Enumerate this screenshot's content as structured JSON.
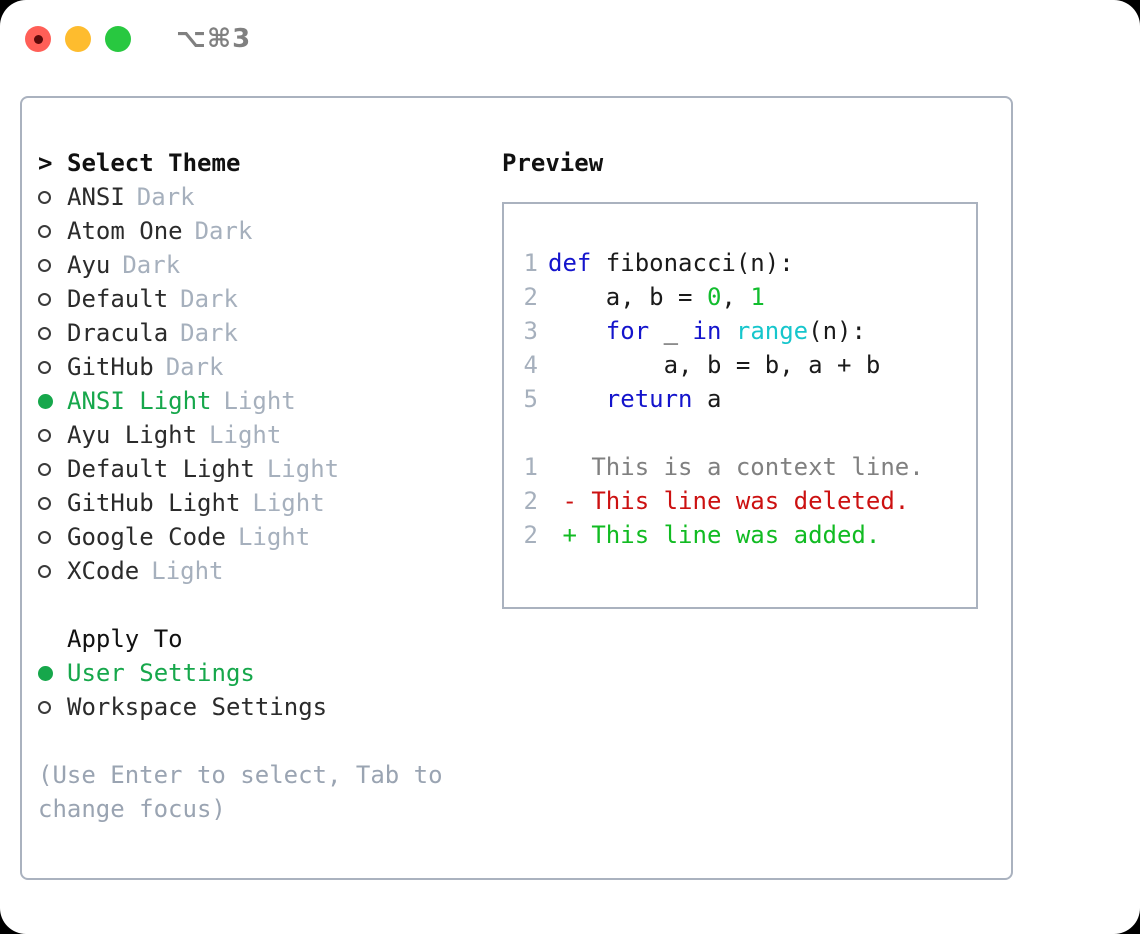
{
  "titlebar": {
    "lights": [
      {
        "name": "close-button",
        "color": "#ff5f57",
        "recording": true
      },
      {
        "name": "minimize-button",
        "color": "#febc2e",
        "recording": false
      },
      {
        "name": "maximize-button",
        "color": "#28c840",
        "recording": false
      }
    ],
    "shortcut": "⌥⌘3"
  },
  "left": {
    "header": {
      "marker": ">",
      "label": "Select Theme"
    },
    "themes": [
      {
        "name": "ANSI",
        "variant": "Dark",
        "selected": false
      },
      {
        "name": "Atom One",
        "variant": "Dark",
        "selected": false
      },
      {
        "name": "Ayu",
        "variant": "Dark",
        "selected": false
      },
      {
        "name": "Default",
        "variant": "Dark",
        "selected": false
      },
      {
        "name": "Dracula",
        "variant": "Dark",
        "selected": false
      },
      {
        "name": "GitHub",
        "variant": "Dark",
        "selected": false
      },
      {
        "name": "ANSI Light",
        "variant": "Light",
        "selected": true
      },
      {
        "name": "Ayu Light",
        "variant": "Light",
        "selected": false
      },
      {
        "name": "Default Light",
        "variant": "Light",
        "selected": false
      },
      {
        "name": "GitHub Light",
        "variant": "Light",
        "selected": false
      },
      {
        "name": "Google Code",
        "variant": "Light",
        "selected": false
      },
      {
        "name": "XCode",
        "variant": "Light",
        "selected": false
      }
    ],
    "apply_to": {
      "label": "Apply To",
      "options": [
        {
          "name": "User Settings",
          "selected": true
        },
        {
          "name": "Workspace Settings",
          "selected": false
        }
      ]
    },
    "hint": "(Use Enter to select, Tab to change focus)"
  },
  "right": {
    "title": "Preview",
    "code_lines": [
      {
        "no": "1",
        "tokens": [
          {
            "t": "def",
            "c": "kw"
          },
          {
            "t": " fibonacci(n):",
            "c": ""
          }
        ]
      },
      {
        "no": "2",
        "tokens": [
          {
            "t": "    a, b = ",
            "c": ""
          },
          {
            "t": "0",
            "c": "num"
          },
          {
            "t": ", ",
            "c": ""
          },
          {
            "t": "1",
            "c": "num"
          }
        ]
      },
      {
        "no": "3",
        "tokens": [
          {
            "t": "    ",
            "c": ""
          },
          {
            "t": "for",
            "c": "kw"
          },
          {
            "t": " _ ",
            "c": ""
          },
          {
            "t": "in",
            "c": "kw"
          },
          {
            "t": " ",
            "c": ""
          },
          {
            "t": "range",
            "c": "fn"
          },
          {
            "t": "(n):",
            "c": ""
          }
        ]
      },
      {
        "no": "4",
        "tokens": [
          {
            "t": "        a, b = b, a + b",
            "c": ""
          }
        ]
      },
      {
        "no": "5",
        "tokens": [
          {
            "t": "    ",
            "c": ""
          },
          {
            "t": "return",
            "c": "kw"
          },
          {
            "t": " a",
            "c": ""
          }
        ]
      }
    ],
    "diff_lines": [
      {
        "no": "1",
        "marker": " ",
        "text": "This is a context line.",
        "kind": "d-ctx"
      },
      {
        "no": "2",
        "marker": "-",
        "text": "This line was deleted.",
        "kind": "d-del"
      },
      {
        "no": "2",
        "marker": "+",
        "text": "This line was added.",
        "kind": "d-add"
      }
    ]
  },
  "colors": {
    "selected_green": "#16a74b",
    "muted": "#a6b0bd",
    "hint": "#9aa4b2",
    "border": "#aab2bf",
    "keyword_blue": "#1414cc",
    "number_green": "#12bd2e",
    "function_cyan": "#16c6cc",
    "diff_add": "#11bb22",
    "diff_delete": "#cc1111",
    "diff_context": "#808080"
  }
}
